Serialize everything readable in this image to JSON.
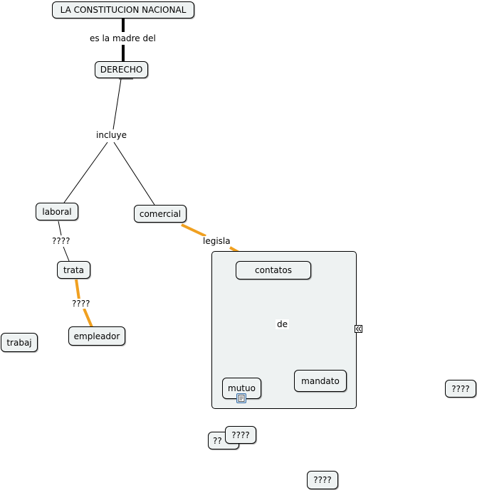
{
  "concepts": {
    "constitucion": "LA CONSTITUCION NACIONAL",
    "derecho": "DERECHO",
    "laboral": "laboral",
    "comercial": "comercial",
    "trata": "trata",
    "empleador": "empleador",
    "trabaj": "trabaj",
    "contatos": "contatos",
    "mutuo": "mutuo",
    "mandato": "mandato",
    "unknown_right": "????",
    "unknown_front": "????",
    "unknown_back": "??",
    "unknown_bottom": "????"
  },
  "linking_phrases": {
    "madre": "es la madre del",
    "incluye": "incluye",
    "laboral_trata": "????",
    "trata_empleador": "????",
    "legisla": "legisla",
    "de": "de"
  },
  "colors": {
    "node_fill": "#eef2f2",
    "line_default": "#000000",
    "line_highlight": "#f0a020"
  },
  "icons": {
    "collapse": "double-chevron-left-icon",
    "resource": "document-resource-icon"
  }
}
